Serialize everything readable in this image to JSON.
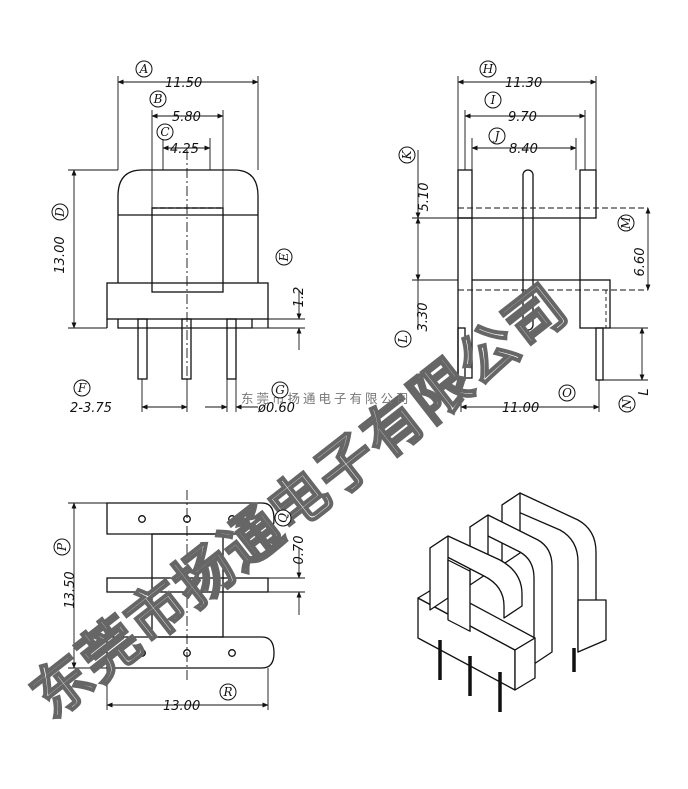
{
  "dimensions": [
    {
      "id": "A",
      "circle": "A",
      "value": "11.50"
    },
    {
      "id": "B",
      "circle": "B",
      "value": "5.80"
    },
    {
      "id": "C",
      "circle": "C",
      "value": "4.25"
    },
    {
      "id": "D",
      "circle": "D",
      "value": "13.00"
    },
    {
      "id": "E",
      "circle": "E",
      "value": "1.2"
    },
    {
      "id": "F",
      "circle": "F",
      "value": "2-3.75"
    },
    {
      "id": "G",
      "circle": "G",
      "value": "ø0.60"
    },
    {
      "id": "H",
      "circle": "H",
      "value": "11.30"
    },
    {
      "id": "I",
      "circle": "I",
      "value": "9.70"
    },
    {
      "id": "J",
      "circle": "J",
      "value": "8.40"
    },
    {
      "id": "K",
      "circle": "K",
      "value": "5.10"
    },
    {
      "id": "L",
      "circle": "L",
      "value": "3.30"
    },
    {
      "id": "M",
      "circle": "M",
      "value": "6.60"
    },
    {
      "id": "N",
      "circle": "N",
      "value": "L"
    },
    {
      "id": "O",
      "circle": "O",
      "value": "11.00"
    },
    {
      "id": "P",
      "circle": "P",
      "value": "13.50"
    },
    {
      "id": "Q",
      "circle": "Q",
      "value": "0.70"
    },
    {
      "id": "R",
      "circle": "R",
      "value": "13.00"
    }
  ],
  "watermark": {
    "large": "东莞市扬通电子有限公司",
    "small": "东莞市扬通电子有限公司"
  },
  "colors": {
    "line": "#111111",
    "watermark_outline": "#666666",
    "watermark_small": "#777777"
  }
}
